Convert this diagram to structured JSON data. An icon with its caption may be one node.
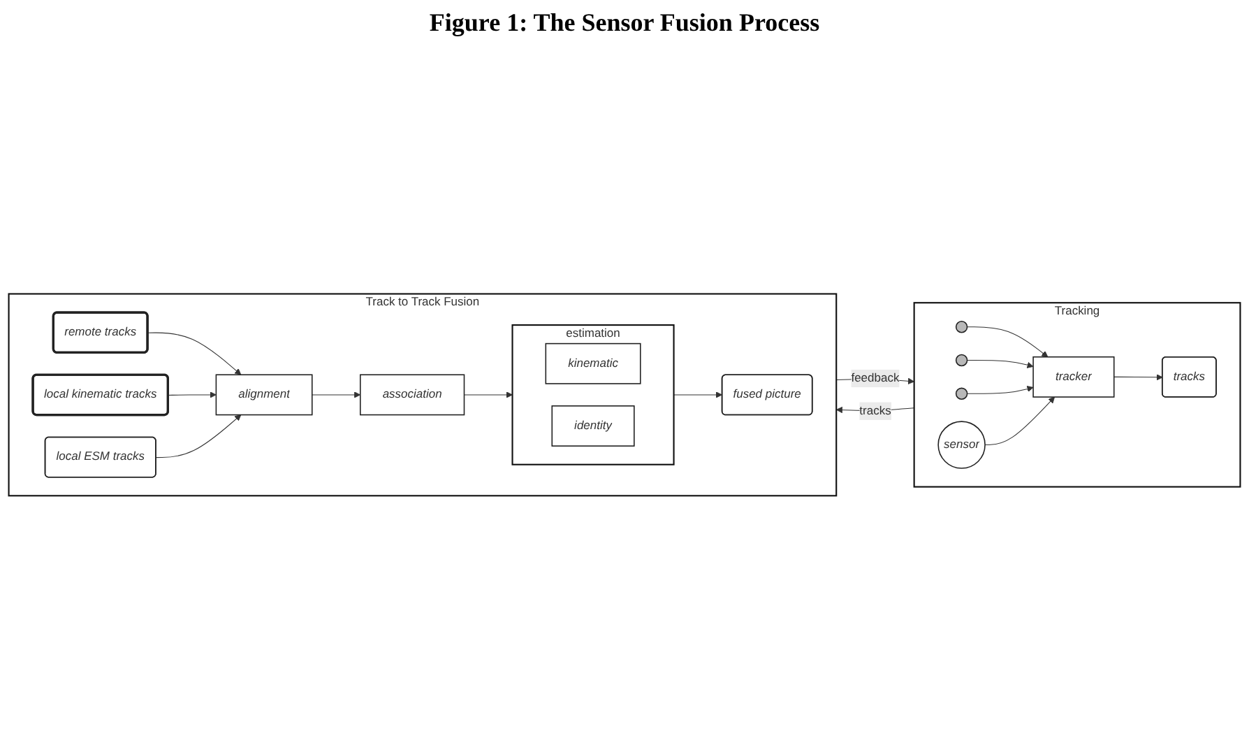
{
  "diagram": {
    "title": "Figure 1: The Sensor Fusion Process",
    "nodes": [
      {
        "text": [
          "Tracking"
        ]
      },
      {
        "text": [],
        "shape": "circle",
        "in": 0
      },
      {
        "text": [],
        "shape": "circle",
        "in": 0
      },
      {
        "text": [],
        "shape": "circle",
        "in": 0
      },
      {
        "text": [
          "sensor"
        ],
        "in": 0
      },
      {
        "text": [
          "tracker"
        ],
        "in": 0
      },
      {
        "text": [
          "tracks"
        ],
        "in": 0
      },
      {
        "text": [
          "Track to Track Fusion"
        ]
      },
      {
        "text": [
          "remote tracks"
        ],
        "in": 7
      },
      {
        "text": [
          "local kinematic tracks"
        ],
        "in": 7
      },
      {
        "text": [
          "local ESM tracks"
        ],
        "in": 7
      },
      {
        "text": [
          "alignment"
        ],
        "in": 7
      },
      {
        "text": [
          "association"
        ],
        "in": 7
      },
      {
        "text": [
          "estimation"
        ],
        "in": 7
      },
      {
        "text": [
          "kinematic"
        ],
        "in": 13
      },
      {
        "text": [
          "identity"
        ],
        "in": 13
      },
      {
        "text": [
          "fused picture"
        ],
        "in": 7
      }
    ],
    "edges": [
      {
        "from": 1,
        "to": 5,
        "arrow": "to"
      },
      {
        "from": 2,
        "to": 5,
        "arrow": "to"
      },
      {
        "from": 3,
        "to": 5,
        "arrow": "to"
      },
      {
        "from": 4,
        "to": 5,
        "arrow": "to"
      },
      {
        "from": 5,
        "to": 6,
        "arrow": "to"
      },
      {
        "from": 0,
        "to": 7,
        "label": "tracks",
        "arrow": "to"
      },
      {
        "from": 7,
        "to": 0,
        "label": "feedback",
        "arrow": "to"
      },
      {
        "from": 8,
        "to": 11,
        "arrow": "to"
      },
      {
        "from": 9,
        "to": 11,
        "arrow": "to"
      },
      {
        "from": 10,
        "to": 11,
        "arrow": "to"
      },
      {
        "from": 11,
        "to": 12,
        "arrow": "to"
      },
      {
        "from": 12,
        "to": 13,
        "arrow": "to"
      },
      {
        "from": 13,
        "to": 16,
        "arrow": "to"
      }
    ]
  }
}
